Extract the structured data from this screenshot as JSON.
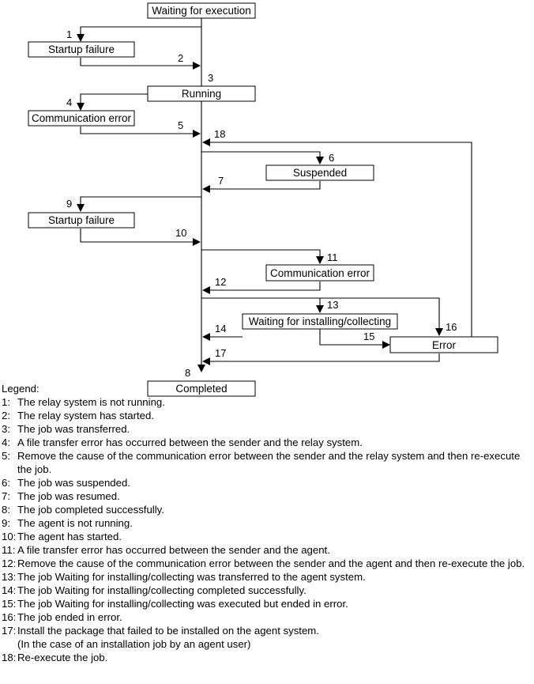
{
  "boxes": {
    "waiting_for_execution": "Waiting for execution",
    "startup_failure_1": "Startup failure",
    "running": "Running",
    "communication_error_1": "Communication error",
    "suspended": "Suspended",
    "startup_failure_2": "Startup failure",
    "communication_error_2": "Communication error",
    "waiting_for_installing": "Waiting for installing/collecting",
    "error": "Error",
    "completed": "Completed"
  },
  "transitions": [
    "1",
    "2",
    "3",
    "4",
    "5",
    "6",
    "7",
    "8",
    "9",
    "10",
    "11",
    "12",
    "13",
    "14",
    "15",
    "16",
    "17",
    "18"
  ],
  "legend": {
    "title": "Legend:",
    "items": [
      {
        "num": "1:",
        "text": "The relay system is not running."
      },
      {
        "num": "2:",
        "text": "The relay system has started."
      },
      {
        "num": "3:",
        "text": "The job was transferred."
      },
      {
        "num": "4:",
        "text": "A file transfer error has occurred between the sender and the relay system."
      },
      {
        "num": "5:",
        "text": "Remove the cause of the communication error between the sender and the relay system and then re-execute the job."
      },
      {
        "num": "6:",
        "text": "The job was suspended."
      },
      {
        "num": "7:",
        "text": "The job was resumed."
      },
      {
        "num": "8:",
        "text": "The job completed successfully."
      },
      {
        "num": "9:",
        "text": "The agent is not running."
      },
      {
        "num": "10:",
        "text": "The agent has started."
      },
      {
        "num": "11:",
        "text": "A file transfer error has occurred between the sender and the agent."
      },
      {
        "num": "12:",
        "text": "Remove the cause of the communication error between the sender and the agent and then re-execute the job."
      },
      {
        "num": "13:",
        "text": "The job Waiting for installing/collecting was transferred to the agent system."
      },
      {
        "num": "14:",
        "text": "The job Waiting for installing/collecting completed successfully."
      },
      {
        "num": "15:",
        "text": "The job Waiting for installing/collecting was executed but ended in error."
      },
      {
        "num": "16:",
        "text": "The job ended in error."
      },
      {
        "num": "17:",
        "text": "Install the package that failed to be installed on the agent system.",
        "text2": "(In the case of an installation job by an agent user)"
      },
      {
        "num": "18:",
        "text": "Re-execute the job."
      }
    ]
  }
}
